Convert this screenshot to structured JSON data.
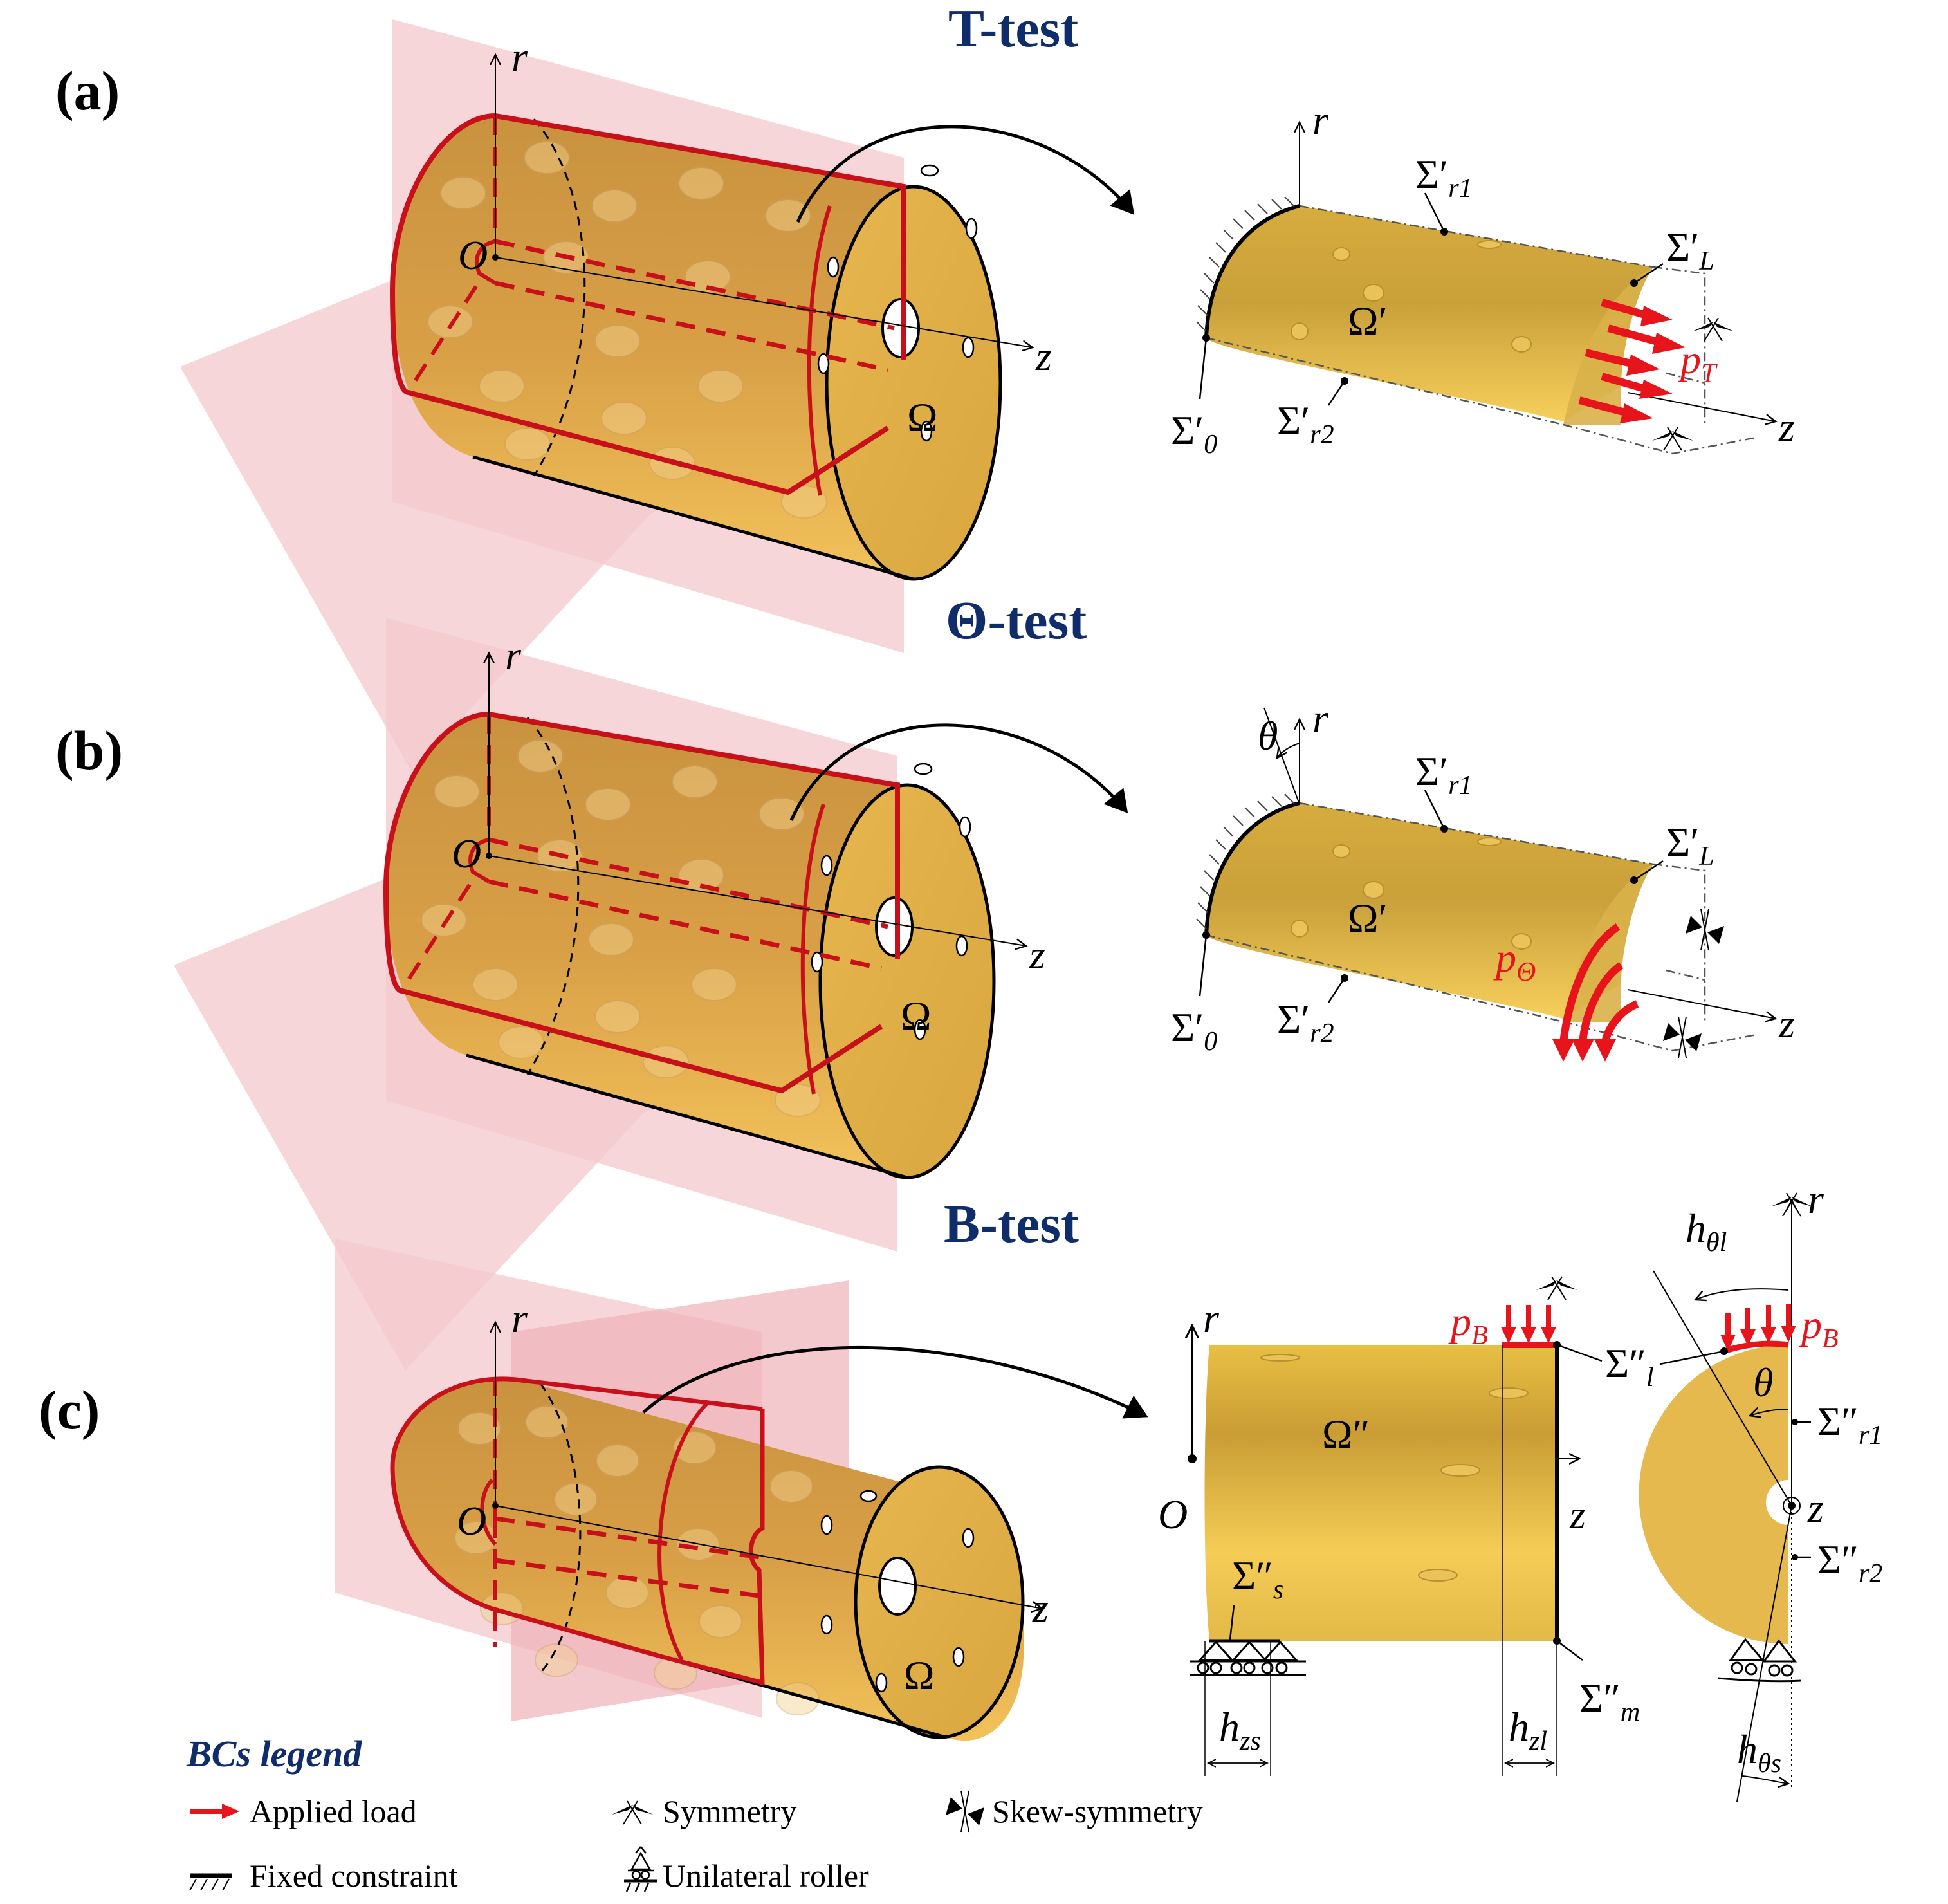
{
  "panels": [
    {
      "id": "a",
      "label": "(a)",
      "title": "T-test",
      "axes": {
        "r": "r",
        "z": "z",
        "origin": "O"
      },
      "domain_full": "Ω",
      "domain_sub": "Ω′",
      "load": {
        "symbol": "p",
        "subscript": "T"
      },
      "boundaries": {
        "r1": {
          "symbol": "Σ′",
          "subscript": "r1"
        },
        "r2": {
          "symbol": "Σ′",
          "subscript": "r2"
        },
        "L": {
          "symbol": "Σ′",
          "subscript": "L"
        },
        "zero": {
          "symbol": "Σ′",
          "subscript": "0"
        }
      }
    },
    {
      "id": "b",
      "label": "(b)",
      "title": "Θ-test",
      "axes": {
        "r": "r",
        "z": "z",
        "origin": "O",
        "theta": "θ"
      },
      "domain_full": "Ω",
      "domain_sub": "Ω′",
      "load": {
        "symbol": "p",
        "subscript": "Θ"
      },
      "boundaries": {
        "r1": {
          "symbol": "Σ′",
          "subscript": "r1"
        },
        "r2": {
          "symbol": "Σ′",
          "subscript": "r2"
        },
        "L": {
          "symbol": "Σ′",
          "subscript": "L"
        },
        "zero": {
          "symbol": "Σ′",
          "subscript": "0"
        }
      }
    },
    {
      "id": "c",
      "label": "(c)",
      "title": "B-test",
      "axes": {
        "r": "r",
        "z": "z",
        "origin": "O",
        "theta": "θ"
      },
      "domain_full": "Ω",
      "domain_sub": "Ω″",
      "load": {
        "symbol": "p",
        "subscript": "B"
      },
      "boundaries": {
        "l": {
          "symbol": "Σ″",
          "subscript": "l"
        },
        "m": {
          "symbol": "Σ″",
          "subscript": "m"
        },
        "s": {
          "symbol": "Σ″",
          "subscript": "s"
        },
        "r1": {
          "symbol": "Σ″",
          "subscript": "r1"
        },
        "r2": {
          "symbol": "Σ″",
          "subscript": "r2"
        }
      },
      "dimensions": {
        "hzs": {
          "symbol": "h",
          "subscript": "zs"
        },
        "hzl": {
          "symbol": "h",
          "subscript": "zl"
        },
        "htl": {
          "symbol": "h",
          "subscript": "θl"
        },
        "hts": {
          "symbol": "h",
          "subscript": "θs"
        }
      }
    }
  ],
  "legend": {
    "title": "BCs legend",
    "items": [
      {
        "icon": "applied-load-arrow-icon",
        "label": "Applied load"
      },
      {
        "icon": "symmetry-icon",
        "label": "Symmetry"
      },
      {
        "icon": "skew-symmetry-icon",
        "label": "Skew-symmetry"
      },
      {
        "icon": "fixed-constraint-icon",
        "label": "Fixed constraint"
      },
      {
        "icon": "unilateral-roller-icon",
        "label": "Unilateral roller"
      }
    ]
  },
  "colors": {
    "title": "#0f2c6b",
    "load": "#e8141b",
    "cut_edge": "#c8101a",
    "plane": "#f2b8bd",
    "solid": "#e2ad48",
    "solid_light": "#f4cd63"
  }
}
